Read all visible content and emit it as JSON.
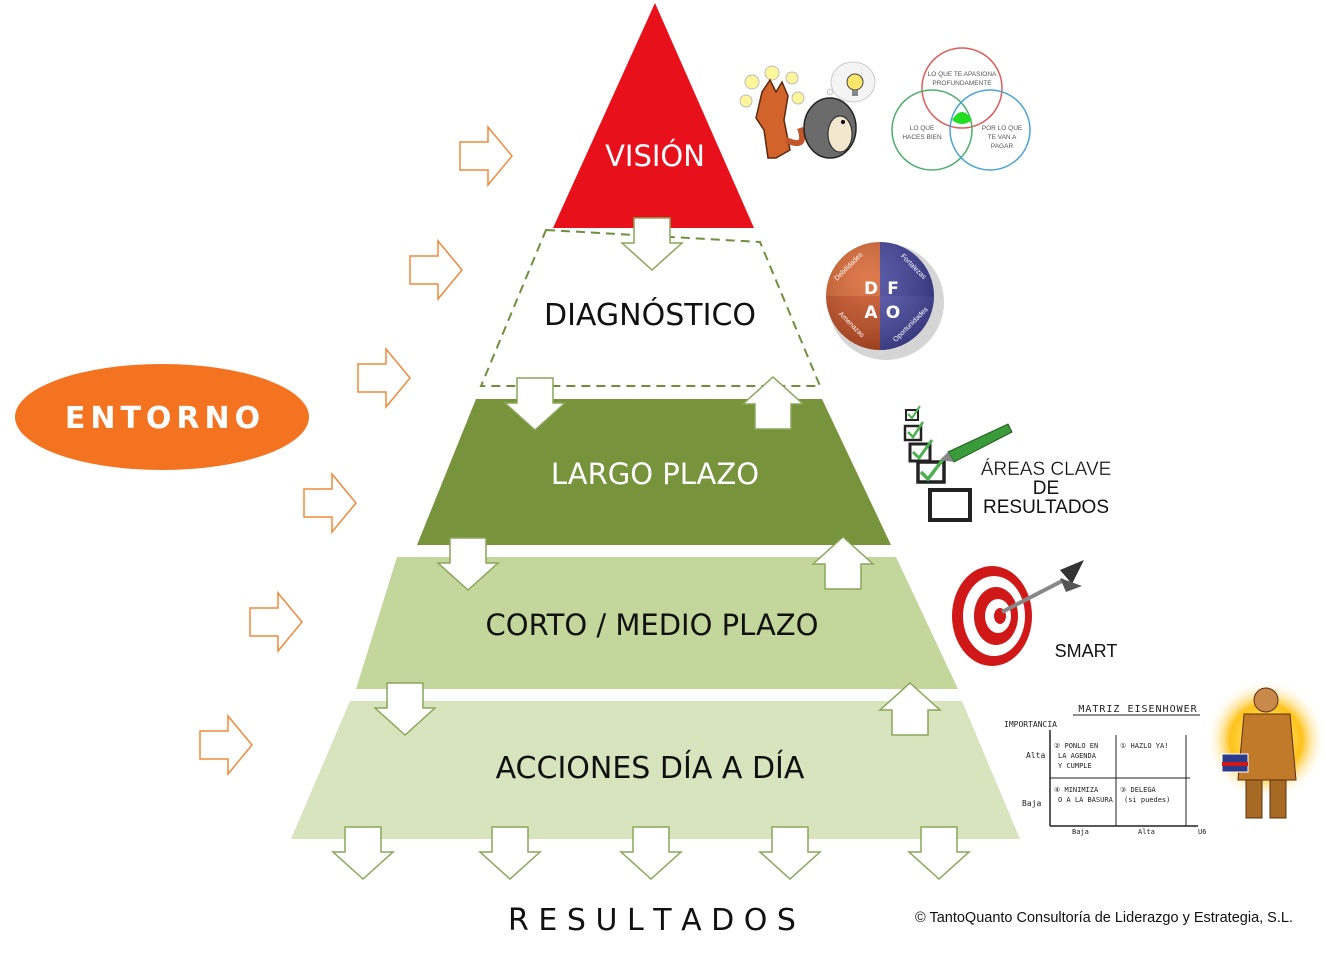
{
  "pyramid": {
    "levels": [
      {
        "id": "vision",
        "label": "VISIÓN",
        "color": "#e8101a",
        "text_color": "#ffffff"
      },
      {
        "id": "diagnostico",
        "label": "DIAGNÓSTICO",
        "color": "#ffffff",
        "text_color": "#111111",
        "border": "#6f8f3e"
      },
      {
        "id": "largo",
        "label": "LARGO PLAZO",
        "color": "#77933c",
        "text_color": "#ffffff"
      },
      {
        "id": "corto",
        "label": "CORTO / MEDIO PLAZO",
        "color": "#c3d69b",
        "text_color": "#111111"
      },
      {
        "id": "acciones",
        "label": "ACCIONES DÍA A DÍA",
        "color": "#d7e4bd",
        "text_color": "#111111"
      }
    ]
  },
  "entorno": {
    "label": "ENTORNO",
    "color": "#f47320"
  },
  "resultados": {
    "label": "R E S U L T A D O S"
  },
  "copyright": "© TantoQuanto Consultoría de Liderazgo y Estrategia, S.L.",
  "venn": {
    "top": "LO QUE TE APASIONA PROFUNDAMENTE",
    "left": "LO QUE HACES BIEN",
    "right": "POR LO QUE TE VAN A PAGAR"
  },
  "dafo": {
    "letters": [
      "D",
      "F",
      "A",
      "O"
    ],
    "words": [
      "Debilidades",
      "Fortalezas",
      "Amenazas",
      "Oportunidades"
    ],
    "colors": [
      "#d9642e",
      "#3f3f9a",
      "#c94f22",
      "#4a4aa6"
    ]
  },
  "areas_clave": {
    "lines": [
      "ÁREAS CLAVE",
      "DE",
      "RESULTADOS"
    ]
  },
  "smart": {
    "label": "SMART"
  },
  "eisenhower": {
    "title": "MATRIZ EISENHOWER",
    "axis_y": "IMPORTANCIA",
    "alta": "Alta",
    "baja": "Baja",
    "x_baja": "Baja",
    "x_alta": "Alta",
    "x_end": "U6",
    "q1": [
      "② PONLO EN",
      "LA AGENDA",
      "Y CUMPLE"
    ],
    "q2": [
      "① HAZLO YA!"
    ],
    "q3": [
      "④ MINIMIZA",
      "O A LA BASURA"
    ],
    "q4": [
      "③ DELEGA",
      "(si puedes)"
    ]
  },
  "icons": [
    "fox-hedgehog-illustration",
    "venn-diagram-icon",
    "dafo-circle-icon",
    "checklist-pen-icon",
    "target-dart-icon",
    "explorer-figure-icon"
  ],
  "arrow_color": "#f4a460",
  "arrow_stroke": "#e07a20"
}
